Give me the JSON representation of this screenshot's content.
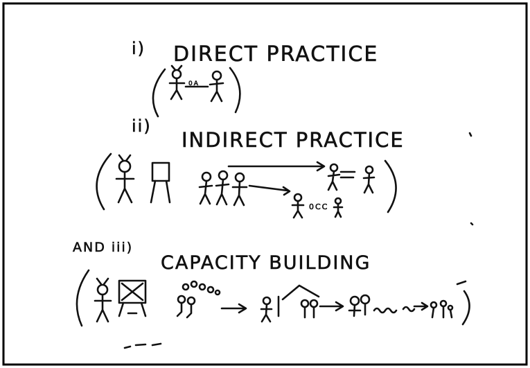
{
  "sketch": {
    "items": [
      {
        "numeral": "i)",
        "title": "DIRECT PRACTICE"
      },
      {
        "numeral": "ii)",
        "title": "INDIRECT PRACTICE"
      },
      {
        "prefix": "AND iii)",
        "title": "CAPACITY BUILDING"
      }
    ],
    "icons": {
      "figure": "stick-figure-icon",
      "board": "flipchart-icon",
      "arrow": "arrow-right-icon",
      "roof": "roof-icon"
    },
    "colors": {
      "ink": "#111111",
      "paper": "#ffffff",
      "border": "#000000"
    }
  }
}
